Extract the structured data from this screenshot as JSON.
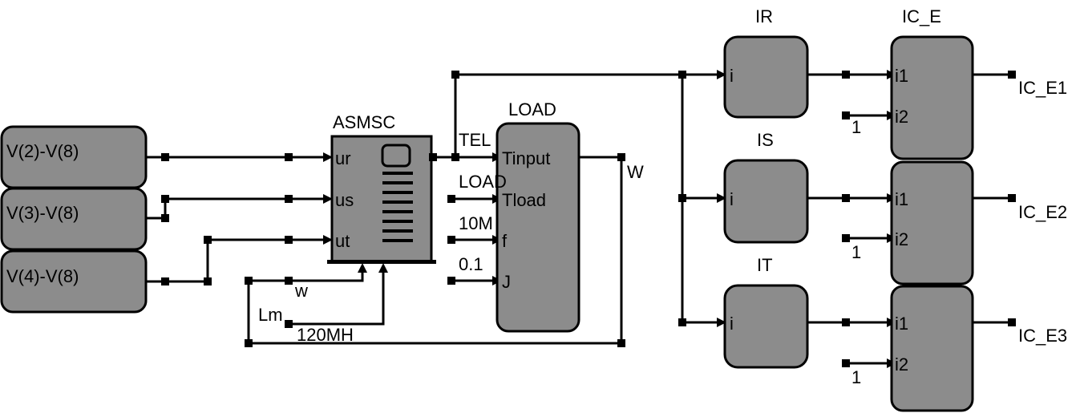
{
  "sources": [
    {
      "label": "V(2)-V(8)"
    },
    {
      "label": "V(3)-V(8)"
    },
    {
      "label": "V(4)-V(8)"
    }
  ],
  "motor": {
    "title": "ASMSC",
    "ports": {
      "ur": "ur",
      "us": "us",
      "ut": "ut"
    },
    "w_label": "w",
    "lm_label": "Lm",
    "lm_value": "120MH"
  },
  "load": {
    "title": "LOAD",
    "ports": {
      "tinput": "Tinput",
      "tload": "Tload",
      "f": "f",
      "j": "J"
    },
    "signals": {
      "tel": "TEL",
      "load": "LOAD",
      "f_value": "10M",
      "j_value": "0.1"
    },
    "w_output": "W"
  },
  "meters": [
    {
      "title": "IR",
      "port": "i"
    },
    {
      "title": "IS",
      "port": "i"
    },
    {
      "title": "IT",
      "port": "i"
    }
  ],
  "ic_blocks": {
    "title": "IC_E",
    "port1": "i1",
    "port2": "i2",
    "constant": "1",
    "outputs": [
      "IC_E1",
      "IC_E2",
      "IC_E3"
    ]
  }
}
